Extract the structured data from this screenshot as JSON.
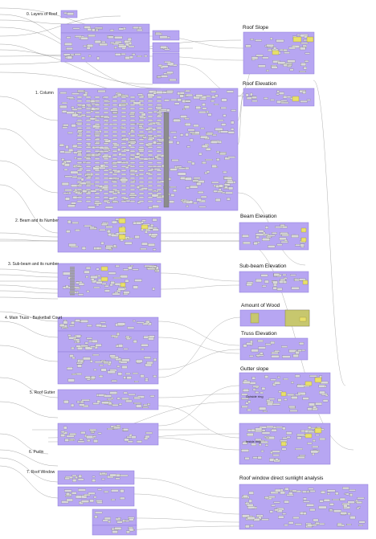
{
  "colors": {
    "group_fill": "#b7a6f2",
    "group_stroke": "#8e7bd8",
    "node_fill": "#d9d9d9",
    "node_stroke": "#555555",
    "panel_fill": "#e8e06a",
    "wire": "#7a7a7a",
    "wood_fill": "#c7c76e"
  },
  "left_groups": [
    {
      "id": "layers",
      "label": "0. Layers of Roof"
    },
    {
      "id": "column",
      "label": "1. Column"
    },
    {
      "id": "beam",
      "label": "2. Beam and its Number"
    },
    {
      "id": "subbeam",
      "label": "3. Sub-beam and its number"
    },
    {
      "id": "truss",
      "label": "4. Main Truss - Basketball Court"
    },
    {
      "id": "gutter",
      "label": "5. Roof Gutter"
    },
    {
      "id": "purlin",
      "label": "6. Purlin"
    },
    {
      "id": "window",
      "label": "7. Roof Window"
    }
  ],
  "right_groups": [
    {
      "id": "roof_slope",
      "label": "Roof Slope"
    },
    {
      "id": "roof_elevation",
      "label": "Roof Elevation"
    },
    {
      "id": "beam_elevation",
      "label": "Beam Elevation"
    },
    {
      "id": "subbeam_elevation",
      "label": "Sub-beam Elevation"
    },
    {
      "id": "amount_wood",
      "label": "Amount of Wood"
    },
    {
      "id": "truss_elevation",
      "label": "Truss Elevation"
    },
    {
      "id": "gutter_slope",
      "label": "Gutter slope"
    },
    {
      "id": "sunlight",
      "label": "Roof window direct  sunlight analysis"
    }
  ],
  "inner_labels": {
    "outside_ring": "Outside ring",
    "inside_ring": "Inside ring"
  }
}
